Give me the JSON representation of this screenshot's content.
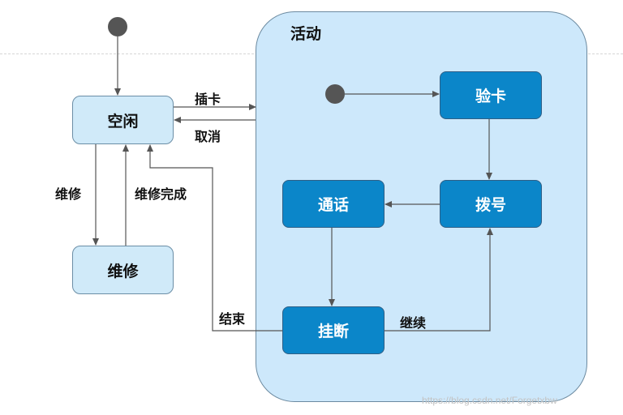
{
  "composite": {
    "title": "活动"
  },
  "states": {
    "idle": "空闲",
    "maintenance": "维修",
    "verify": "验卡",
    "dial": "拨号",
    "talk": "通话",
    "hangup": "挂断"
  },
  "transitions": {
    "insert_card": "插卡",
    "cancel": "取消",
    "repair": "维修",
    "repair_done": "维修完成",
    "end": "结束",
    "continue": "继续"
  },
  "watermark": "https://blog.csdn.net/Forgetxbw"
}
